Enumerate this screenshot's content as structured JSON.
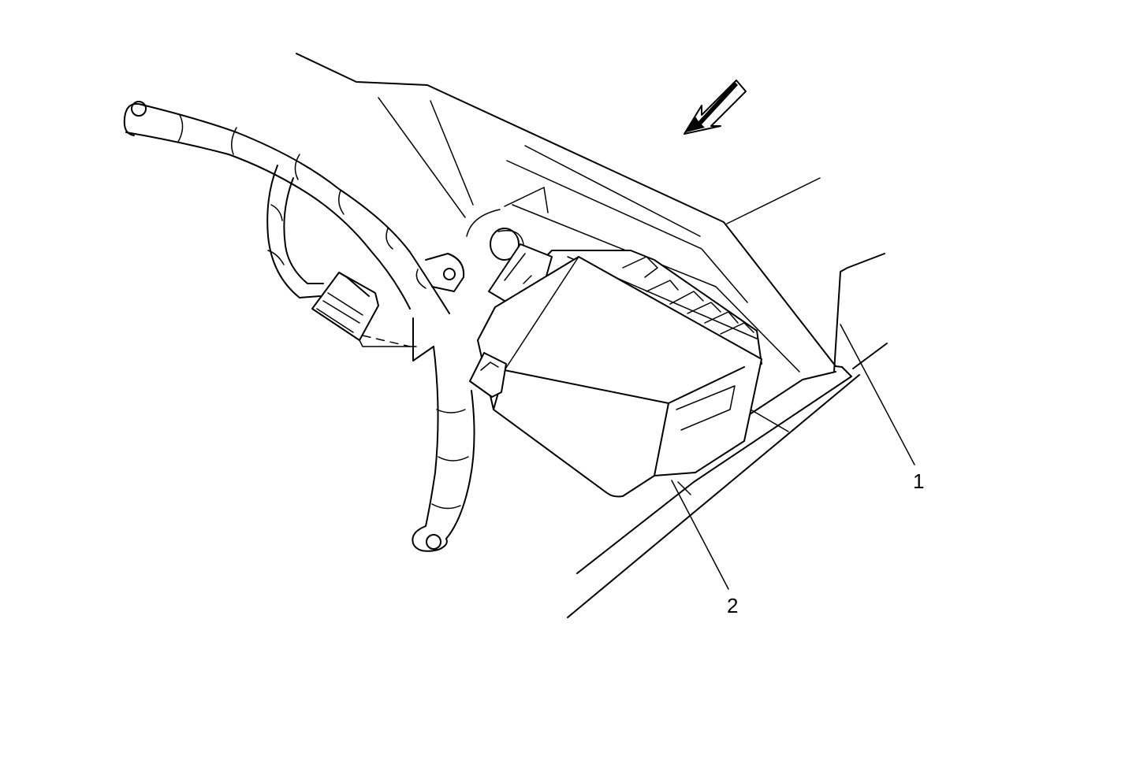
{
  "callouts": [
    {
      "id": "1",
      "label": "1"
    },
    {
      "id": "2",
      "label": "2"
    }
  ],
  "colors": {
    "line": "#000000",
    "background": "#ffffff"
  },
  "icons": {
    "view_direction": "view-direction-arrow-icon"
  }
}
